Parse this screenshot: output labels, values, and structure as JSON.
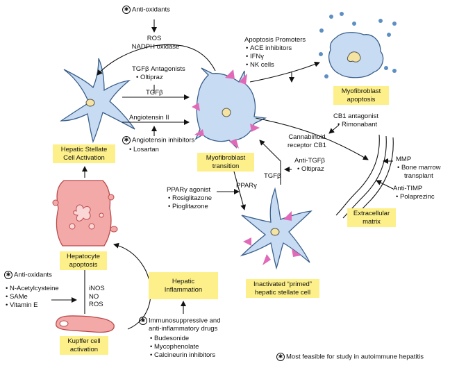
{
  "star_glyph": "✱",
  "antioxidants_top": "Anti-oxidants",
  "ros": "ROS",
  "nadph": "NADPH oxidase",
  "tgfb_antagonists": {
    "title": "TGFβ Antagonists",
    "items": [
      "Oltipraz"
    ],
    "arrow": "TGFβ"
  },
  "angiotensin": "Angiotensin II",
  "angio_inhibitors": {
    "title": "Angiotensin inhibitors",
    "items": [
      "Losartan"
    ]
  },
  "apoptosis_promoters": {
    "title": "Apoptosis Promoters",
    "items": [
      "ACE inhibitors",
      "IFNγ",
      "NK cells"
    ]
  },
  "myofibroblast_apoptosis": [
    "Myofibroblast",
    "apoptosis"
  ],
  "cb1_antagonist": {
    "title": "CB1 antagonist",
    "items": [
      "Rimonabant"
    ]
  },
  "cannabinoid": [
    "Cannabinoid",
    "receptor CB1"
  ],
  "hsc_activation": [
    "Hepatic Stellate",
    "Cell Activation"
  ],
  "myofibroblast_transition": [
    "Myofibroblast",
    "transition"
  ],
  "anti_tgfb": {
    "title": "Anti-TGFβ",
    "items": [
      "Oltipraz"
    ]
  },
  "tgfb_label": "TGFβ",
  "ppar_label": "PPARγ",
  "ppar_agonist": {
    "title": "PPARγ agonist",
    "items": [
      "Rosiglitazone",
      "Pioglitazone"
    ]
  },
  "mmp": {
    "title": "MMP",
    "items": [
      "Bone marrow",
      "transplant"
    ]
  },
  "anti_timp": {
    "title": "Anti-TIMP",
    "items": [
      "Polaprezinc"
    ]
  },
  "ecm": [
    "Extracellular",
    "matrix"
  ],
  "hepatocyte_apoptosis": [
    "Hepatocyte",
    "apoptosis"
  ],
  "inactivated": [
    "Inactivated “primed”",
    "hepatic stellate cell"
  ],
  "hepatic_inflammation": [
    "Hepatic",
    "Inflammation"
  ],
  "antioxidants_left": {
    "title": "Anti-oxidants",
    "items": [
      "N-Acetylcysteine",
      "SAMe",
      "Vitamin E"
    ]
  },
  "inos": [
    "iNOS",
    "NO",
    "ROS"
  ],
  "immuno": {
    "title": [
      "Immunosuppressive and",
      "anti-inflammatory drugs"
    ],
    "items": [
      "Budesonide",
      "Mycophenolate",
      "Calcineurin inhibitors"
    ]
  },
  "kupffer": [
    "Kupffer cell",
    "activation"
  ],
  "footnote": "Most feasible for study in autoimmune hepatitis",
  "colors": {
    "cell": "#c7dcf3",
    "cell_stroke": "#3a5e8a",
    "nucleus": "#f4e3a1",
    "hep": "#f4a9a9",
    "hep_stroke": "#b94a4a",
    "highlight": "#fdf08a",
    "dot": "#5d8fc2",
    "spike": "#e06ab8"
  }
}
